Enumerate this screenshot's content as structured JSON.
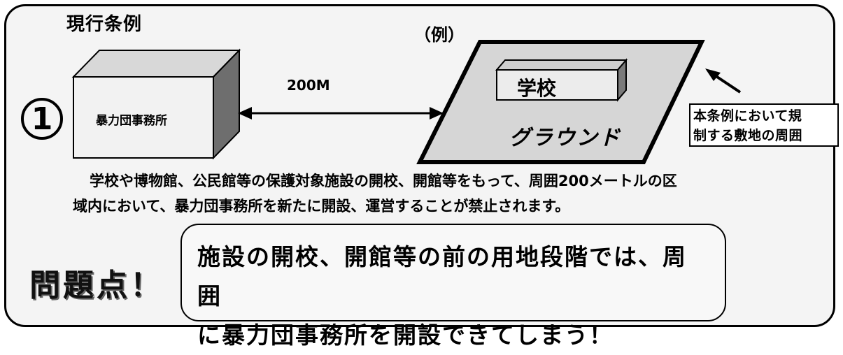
{
  "title": "現行条例",
  "example_label": "（例）",
  "item_number": "1",
  "office_label": "暴力団事務所",
  "distance_label": "200M",
  "school_label": "学校",
  "ground_label": "グラウンド",
  "callout": {
    "line1": "本条例において規",
    "line2": "制する敷地の周囲"
  },
  "description": {
    "line1": "学校や博物館、公民館等の保護対象施設の開校、開館等をもって、周囲200メートルの区",
    "line2": "域内において、暴力団事務所を新たに開設、運営することが禁止されます。"
  },
  "problem": {
    "label": "問題点！",
    "line1": "施設の開校、開館等の前の用地段階では、周囲",
    "line2": "に暴力団事務所を開設できてしまう！"
  }
}
